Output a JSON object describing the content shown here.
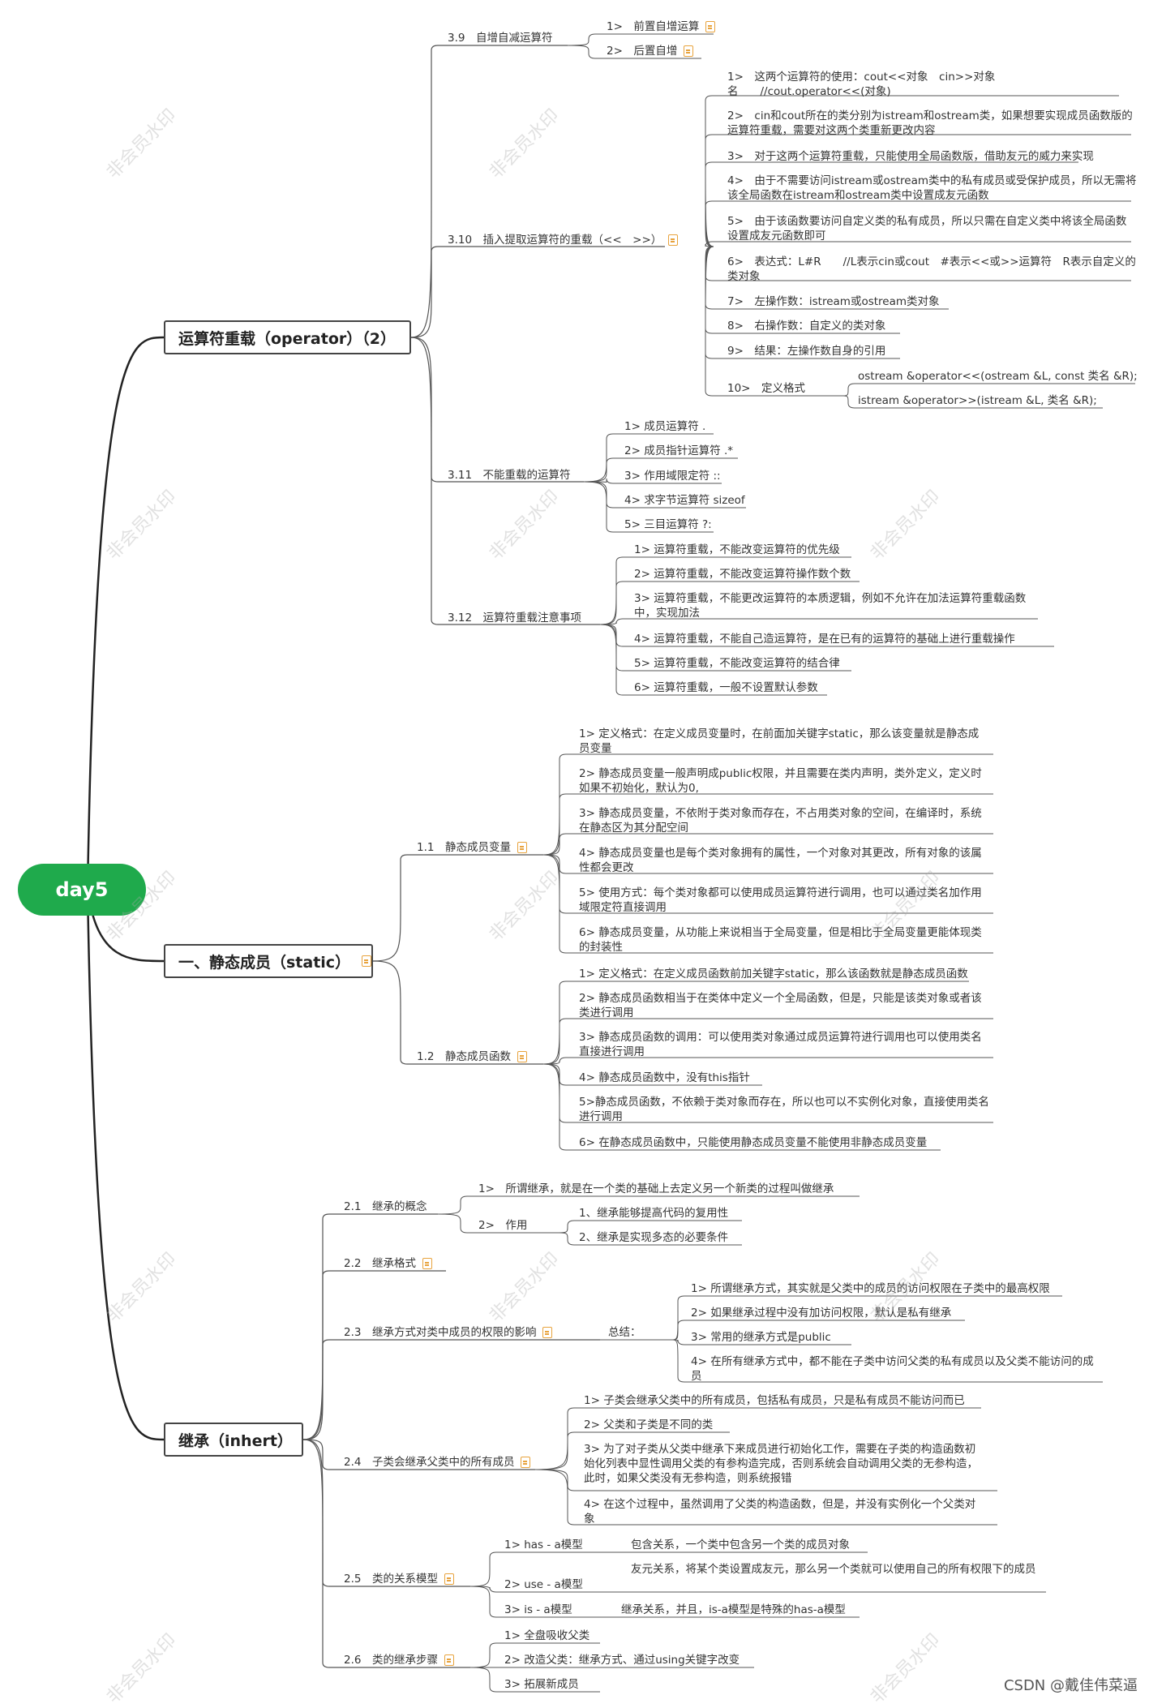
{
  "root": "day5",
  "watermark": "非会员水印",
  "footer": "CSDN @戴佳伟菜逼",
  "n0": {
    "title": "运算符重载（operator）（2）"
  },
  "n0a": "3.9　自增自减运算符",
  "n0a1": "1>　前置自增运算",
  "n0a2": "2>　后置自增",
  "n0b": "3.10　插入提取运算符的重载（<<　>>）",
  "n0b1": "1>　这两个运算符的使用：cout<<对象　cin>>对象名　　//cout.operator<<(对象)",
  "n0b2": "2>　cin和cout所在的类分别为istream和ostream类，如果想要实现成员函数版的运算符重载，需要对这两个类重新更改内容",
  "n0b3": "3>　对于这两个运算符重载，只能使用全局函数版，借助友元的威力来实现",
  "n0b4": "4>　由于不需要访问istream或ostream类中的私有成员或受保护成员，所以无需将该全局函数在istream和ostream类中设置成友元函数",
  "n0b5": "5>　由于该函数要访问自定义类的私有成员，所以只需在自定义类中将该全局函数设置成友元函数即可",
  "n0b6": "6>　表达式：L#R　　//L表示cin或cout　#表示<<或>>运算符　R表示自定义的类对象",
  "n0b7": "7>　左操作数：istream或ostream类对象",
  "n0b8": "8>　右操作数：自定义的类对象",
  "n0b9": "9>　结果：左操作数自身的引用",
  "n0b10": "10>　定义格式",
  "n0b10a": "ostream &operator<<(ostream &L, const 类名 &R);",
  "n0b10b": "istream &operator>>(istream &L, 类名 &R);",
  "n0c": "3.11　不能重载的运算符",
  "n0c1": "1> 成员运算符 .",
  "n0c2": "2> 成员指针运算符 .*",
  "n0c3": "3> 作用域限定符 ::",
  "n0c4": "4> 求字节运算符 sizeof",
  "n0c5": "5> 三目运算符 ?:",
  "n0d": "3.12　运算符重载注意事项",
  "n0d1": "1> 运算符重载，不能改变运算符的优先级",
  "n0d2": "2> 运算符重载，不能改变运算符操作数个数",
  "n0d3": "3> 运算符重载，不能更改运算符的本质逻辑，例如不允许在加法运算符重载函数中，实现加法",
  "n0d4": "4> 运算符重载，不能自己造运算符，是在已有的运算符的基础上进行重载操作",
  "n0d5": "5> 运算符重载，不能改变运算符的结合律",
  "n0d6": "6> 运算符重载，一般不设置默认参数",
  "n1": {
    "title": "一、静态成员（static）"
  },
  "n1a": "1.1　静态成员变量",
  "n1a1": "1> 定义格式：在定义成员变量时，在前面加关键字static，那么该变量就是静态成员变量",
  "n1a2": "2> 静态成员变量一般声明成public权限，并且需要在类内声明，类外定义，定义时如果不初始化，默认为0,",
  "n1a3": "3> 静态成员变量，不依附于类对象而存在，不占用类对象的空间，在编译时，系统在静态区为其分配空间",
  "n1a4": "4> 静态成员变量也是每个类对象拥有的属性，一个对象对其更改，所有对象的该属性都会更改",
  "n1a5": "5> 使用方式：每个类对象都可以使用成员运算符进行调用，也可以通过类名加作用域限定符直接调用",
  "n1a6": "6> 静态成员变量，从功能上来说相当于全局变量，但是相比于全局变量更能体现类的封装性",
  "n1b": "1.2　静态成员函数",
  "n1b1": "1> 定义格式：在定义成员函数前加关键字static，那么该函数就是静态成员函数",
  "n1b2": "2> 静态成员函数相当于在类体中定义一个全局函数，但是，只能是该类对象或者该类进行调用",
  "n1b3": "3> 静态成员函数的调用：可以使用类对象通过成员运算符进行调用也可以使用类名直接进行调用",
  "n1b4": "4> 静态成员函数中，没有this指针",
  "n1b5": "5>静态成员函数，不依赖于类对象而存在，所以也可以不实例化对象，直接使用类名进行调用",
  "n1b6": "6> 在静态成员函数中，只能使用静态成员变量不能使用非静态成员变量",
  "n2": {
    "title": "继承（inhert）"
  },
  "n2a": "2.1　继承的概念",
  "n2a1": "1>　所谓继承，就是在一个类的基础上去定义另一个新类的过程叫做继承",
  "n2a2": "2>　作用",
  "n2a2a": "1、继承能够提高代码的复用性",
  "n2a2b": "2、继承是实现多态的必要条件",
  "n2b": "2.2　继承格式",
  "n2c": "2.3　继承方式对类中成员的权限的影响",
  "n2cS": "总结：",
  "n2c1": "1> 所谓继承方式，其实就是父类中的成员的访问权限在子类中的最高权限",
  "n2c2": "2> 如果继承过程中没有加访问权限，默认是私有继承",
  "n2c3": "3> 常用的继承方式是public",
  "n2c4": "4> 在所有继承方式中，都不能在子类中访问父类的私有成员以及父类不能访问的成员",
  "n2d": "2.4　子类会继承父类中的所有成员",
  "n2d1": "1> 子类会继承父类中的所有成员，包括私有成员，只是私有成员不能访问而已",
  "n2d2": "2> 父类和子类是不同的类",
  "n2d3": "3> 为了对子类从父类中继承下来成员进行初始化工作，需要在子类的构造函数初始化列表中显性调用父类的有参构造完成，否则系统会自动调用父类的无参构造，此时，如果父类没有无参构造，则系统报错",
  "n2d4": "4> 在这个过程中，虽然调用了父类的构造函数，但是，并没有实例化一个父类对象",
  "n2e": "2.5　类的关系模型",
  "n2e1": "1> has - a模型",
  "n2e1d": "包含关系，一个类中包含另一个类的成员对象",
  "n2e2": "2> use - a模型",
  "n2e2d": "友元关系，将某个类设置成友元，那么另一个类就可以使用自己的所有权限下的成员",
  "n2e3": "3> is - a模型",
  "n2e3d": "继承关系，并且，is-a模型是特殊的has-a模型",
  "n2f": "2.6　类的继承步骤",
  "n2f1": "1> 全盘吸收父类",
  "n2f2": "2> 改造父类：继承方式、通过using关键字改变",
  "n2f3": "3> 拓展新成员"
}
